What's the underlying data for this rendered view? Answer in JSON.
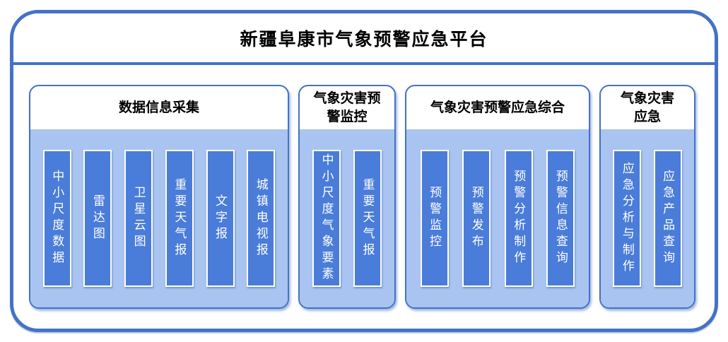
{
  "title": "新疆阜康市气象预警应急平台",
  "colors": {
    "frame_border": "#4472C4",
    "panel_body_bg": "#A9C4F0",
    "module_bg": "#4A7CD9",
    "module_text": "#FFFFFF",
    "heading_text": "#000000"
  },
  "sections": [
    {
      "title": "数据信息采集",
      "items": [
        "中小尺度数据",
        "雷达图",
        "卫星云图",
        "重要天气报",
        "文字报",
        "城镇电视报"
      ]
    },
    {
      "title": "气象灾害预警监控",
      "items": [
        "中小尺度气象要素",
        "重要天气报"
      ]
    },
    {
      "title": "气象灾害预警应急综合",
      "items": [
        "预警监控",
        "预警发布",
        "预警分析制作",
        "预警信息查询"
      ]
    },
    {
      "title": "气象灾害应急",
      "items": [
        "应急分析与制作",
        "应急产品查询"
      ]
    }
  ]
}
